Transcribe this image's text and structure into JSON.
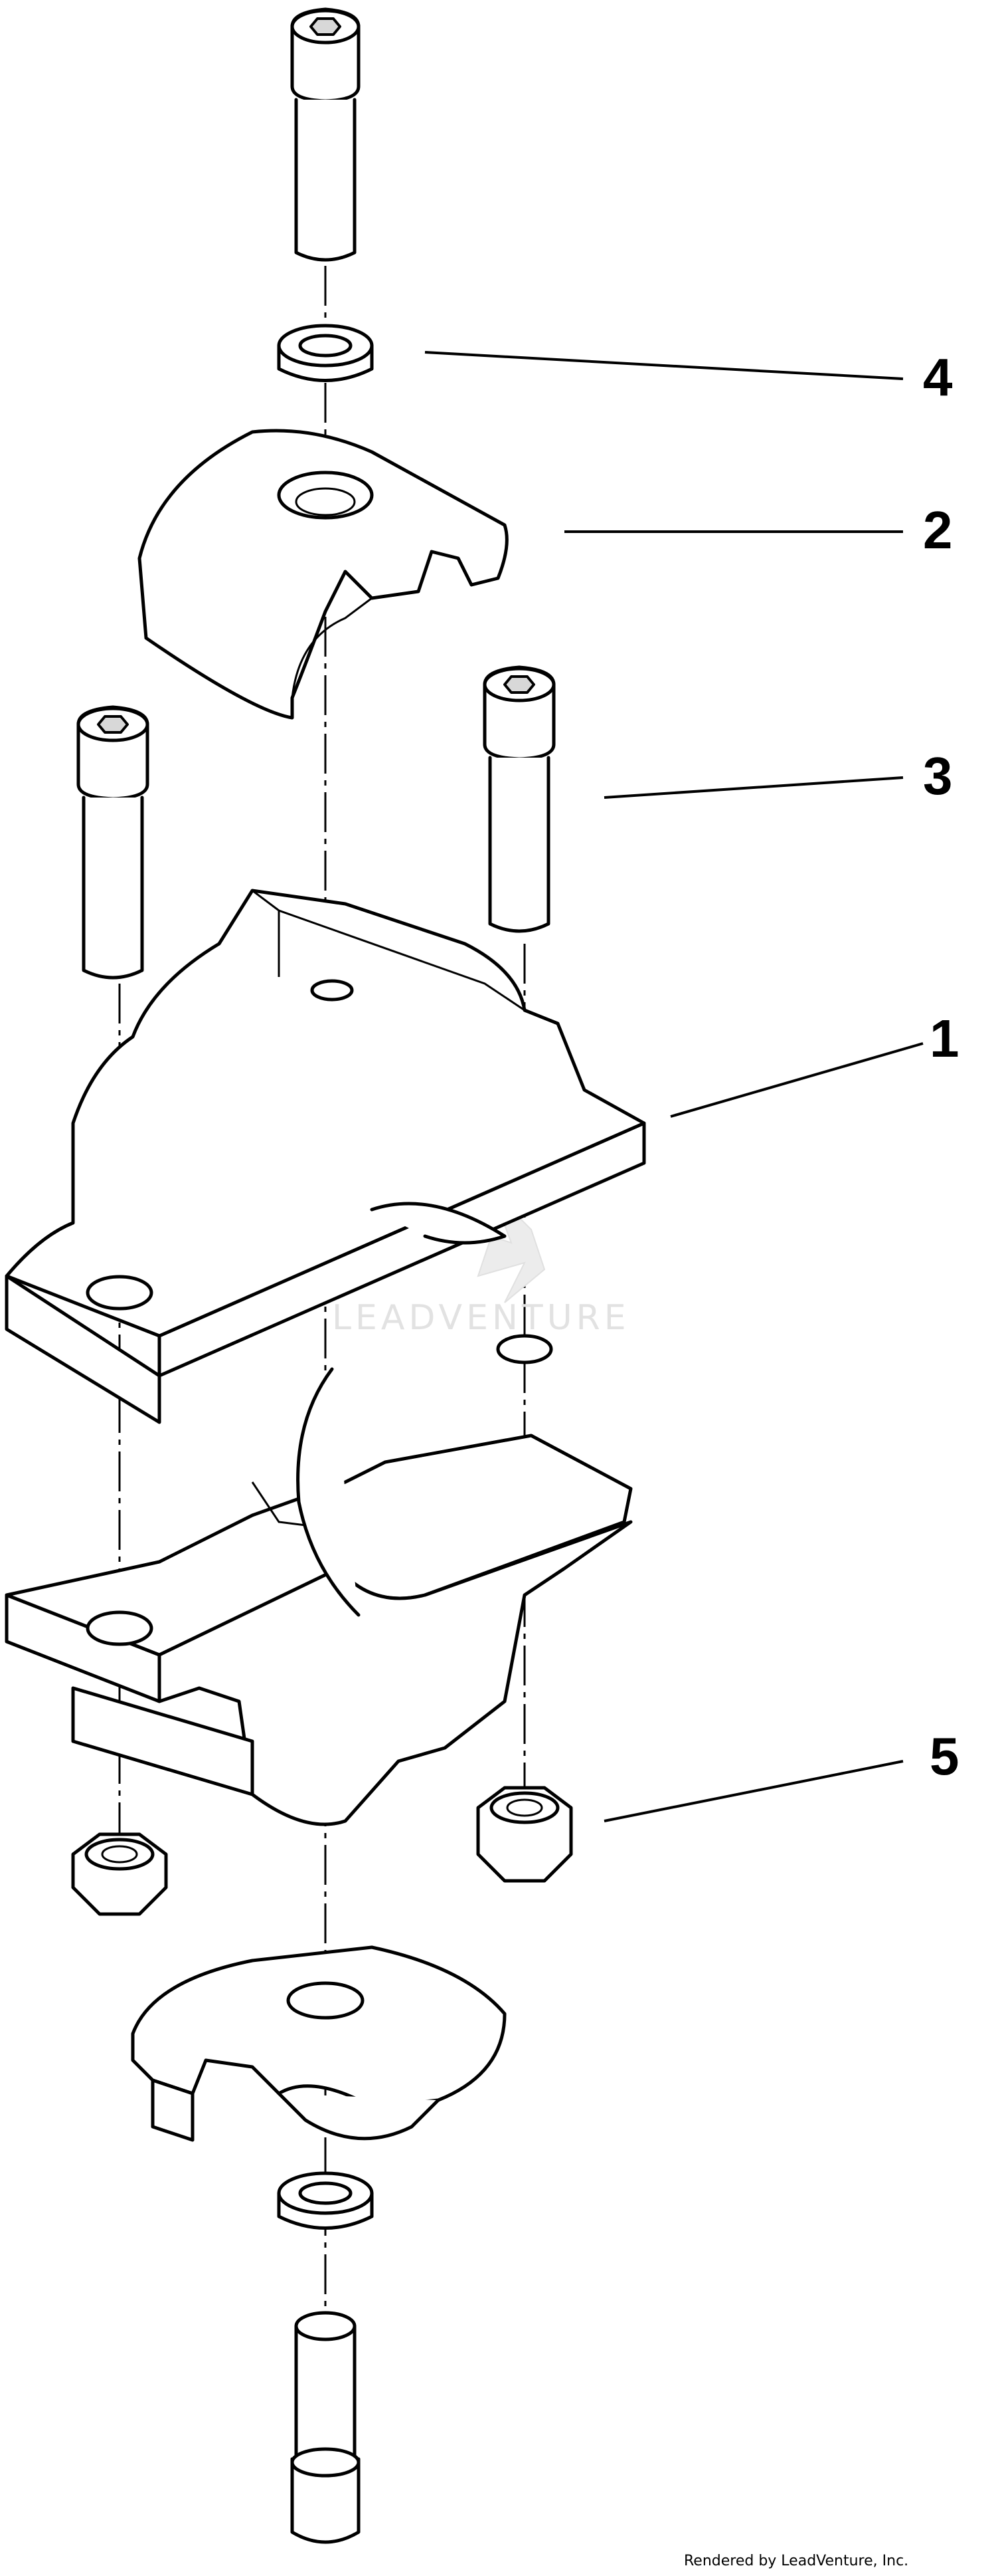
{
  "callouts": [
    {
      "id": "4",
      "label": "4"
    },
    {
      "id": "2",
      "label": "2"
    },
    {
      "id": "3",
      "label": "3"
    },
    {
      "id": "1",
      "label": "1"
    },
    {
      "id": "5",
      "label": "5"
    }
  ],
  "watermark": {
    "text": "LEADVENTURE"
  },
  "credit": {
    "text": "Rendered by LeadVenture, Inc."
  }
}
